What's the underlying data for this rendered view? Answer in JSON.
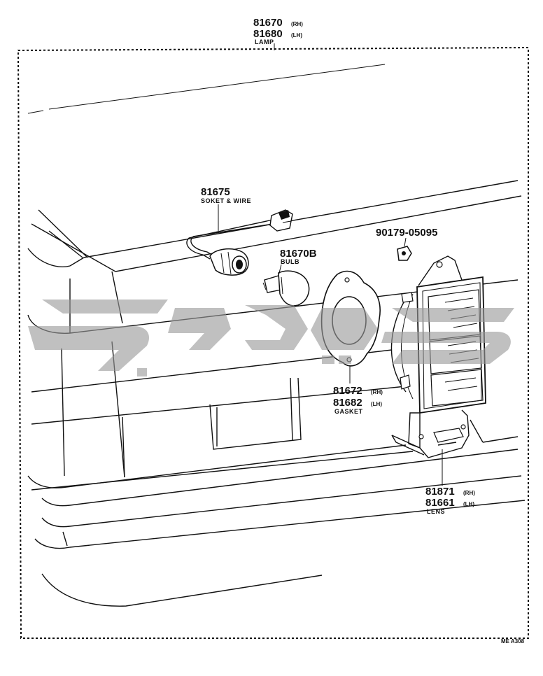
{
  "parts": {
    "lamp": {
      "number_rh": "81670",
      "side_rh": "(RH)",
      "number_lh": "81680",
      "side_lh": "(LH)",
      "name": "LAMP"
    },
    "socket": {
      "number": "81675",
      "name": "SOKET & WIRE"
    },
    "bulb": {
      "number": "81670B",
      "name": "BULB"
    },
    "screw": {
      "number": "90179-05095"
    },
    "gasket": {
      "number_rh": "81672",
      "side_rh": "(RH)",
      "number_lh": "81682",
      "side_lh": "(LH)",
      "name": "GASKET"
    },
    "lens": {
      "number_rh": "81871",
      "side_rh": "(RH)",
      "number_lh": "81661",
      "side_lh": "(LH)",
      "name": "LENS"
    }
  },
  "diagram_code": "ME A308"
}
